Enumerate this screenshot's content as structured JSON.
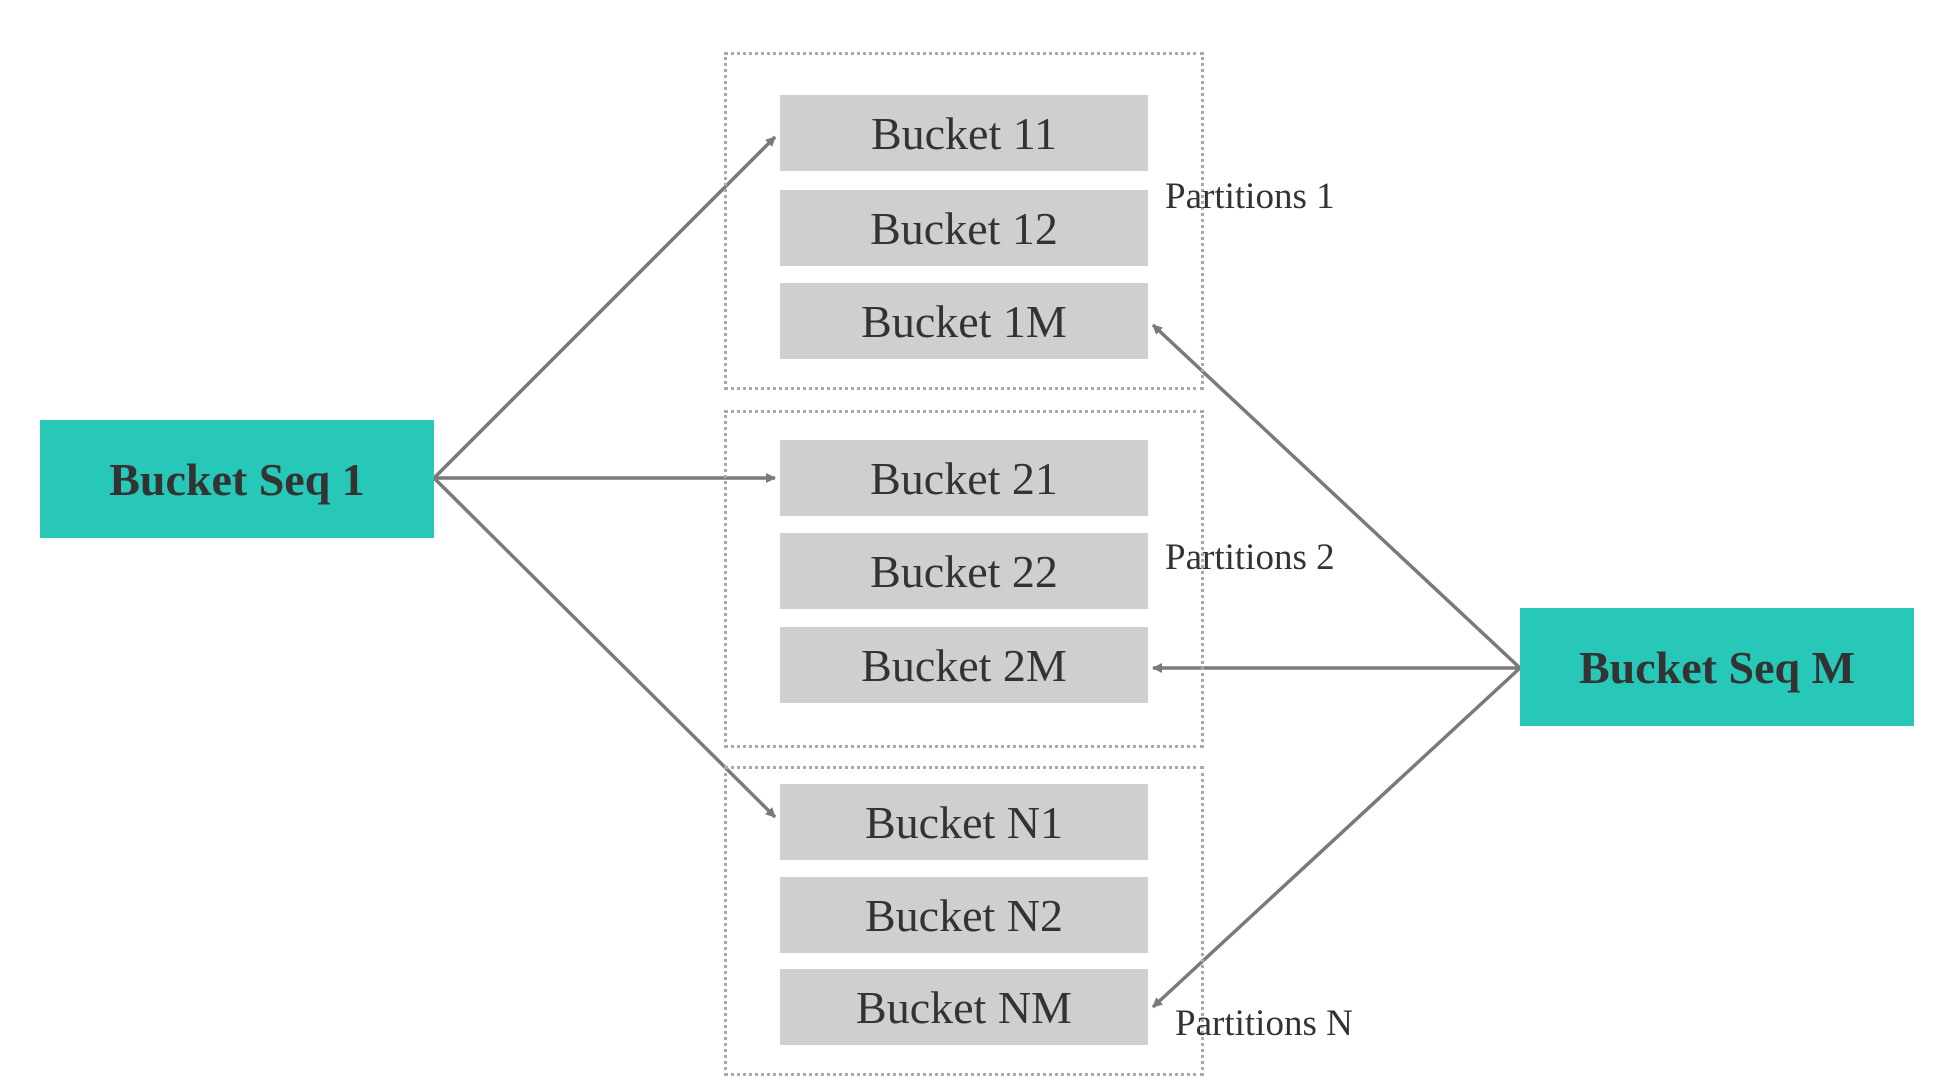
{
  "sources": {
    "left": "Bucket Seq 1",
    "right": "Bucket Seq M"
  },
  "partitions": [
    {
      "label": "Partitions 1",
      "buckets": [
        "Bucket 11",
        "Bucket 12",
        "Bucket 1M"
      ]
    },
    {
      "label": "Partitions 2",
      "buckets": [
        "Bucket 21",
        "Bucket 22",
        "Bucket 2M"
      ]
    },
    {
      "label": "Partitions N",
      "buckets": [
        "Bucket N1",
        "Bucket N2",
        "Bucket NM"
      ]
    }
  ],
  "colors": {
    "source_fill": "#27c8b7",
    "bucket_fill": "#cfcfcf",
    "arrow": "#7a7a7a",
    "partition_border": "#aaaaaa",
    "text": "#333333"
  }
}
